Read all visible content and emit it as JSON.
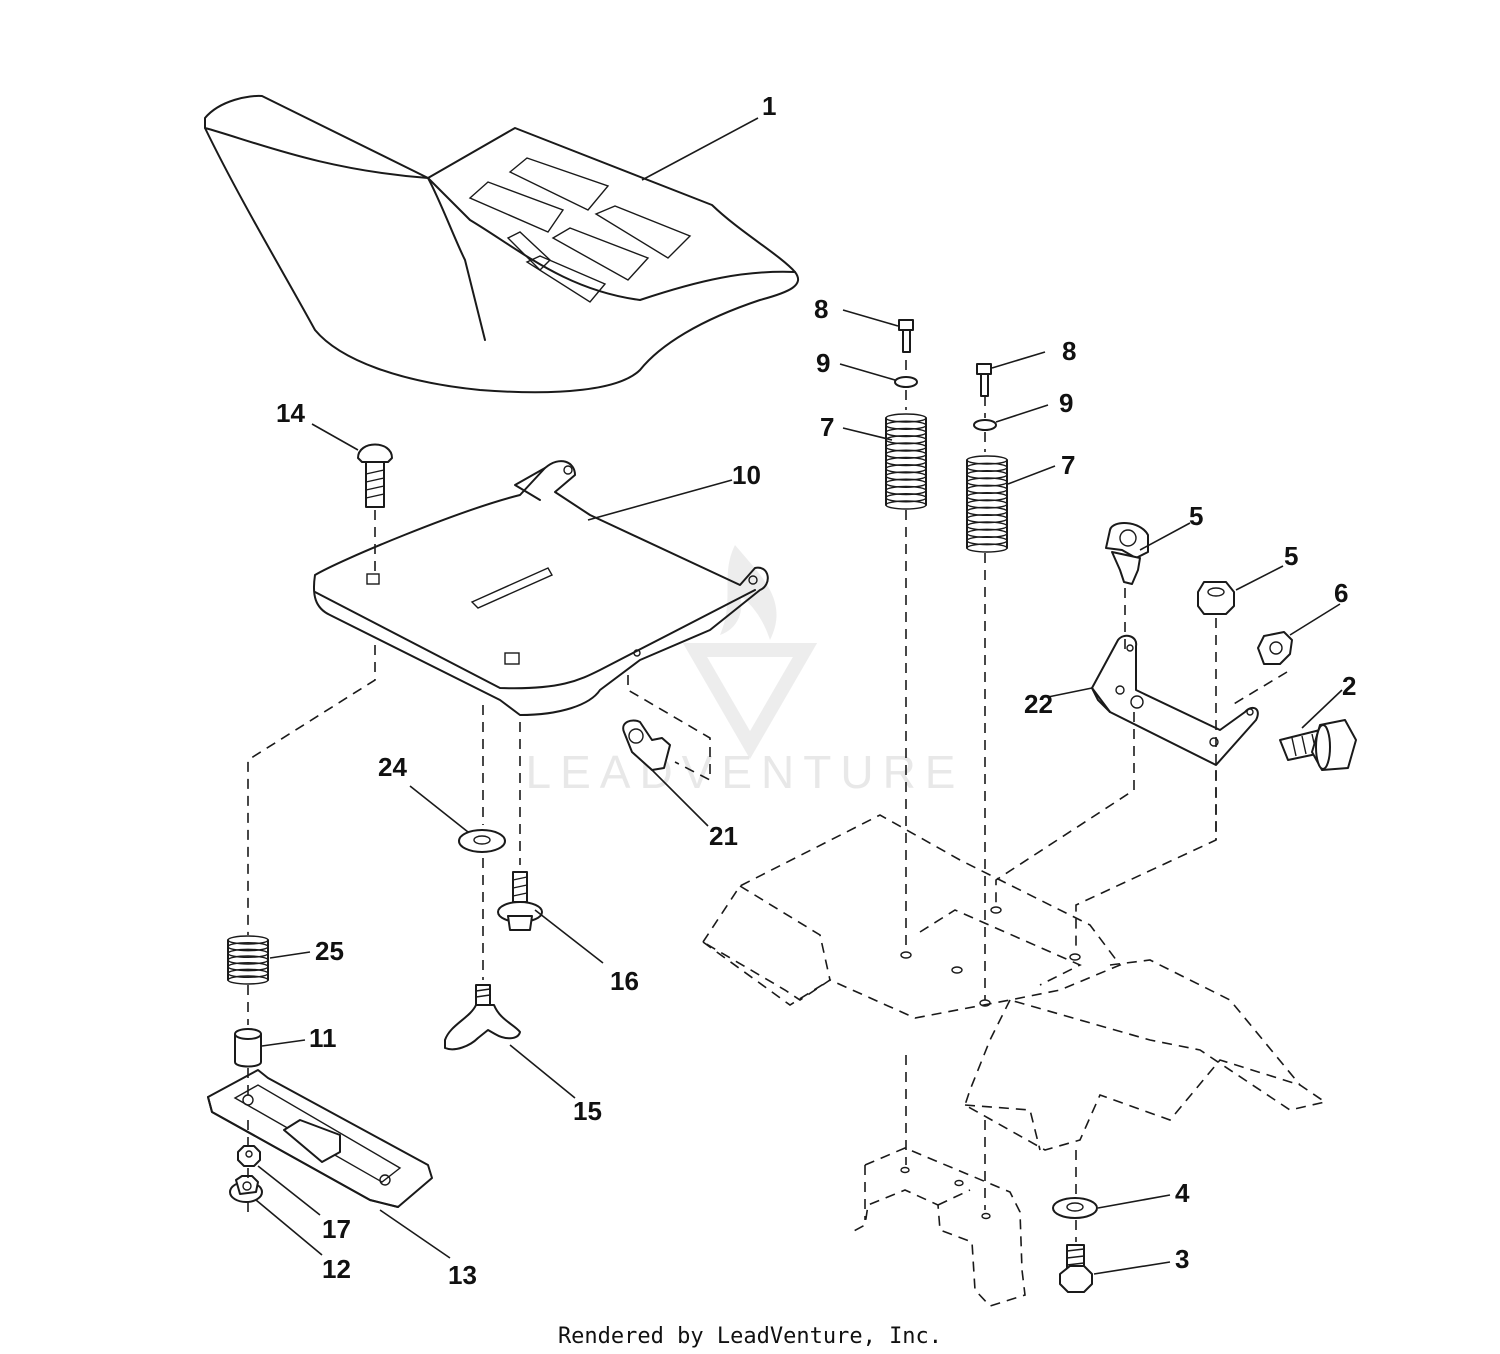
{
  "watermark": "LEADVENTURE",
  "footer": "Rendered by LeadVenture, Inc.",
  "callouts": [
    {
      "id": "seat",
      "label": "1"
    },
    {
      "id": "seat-pan",
      "label": "10"
    },
    {
      "id": "carriage-bolt",
      "label": "14"
    },
    {
      "id": "bolt-8a",
      "label": "8"
    },
    {
      "id": "bolt-8b",
      "label": "8"
    },
    {
      "id": "washer-9a",
      "label": "9"
    },
    {
      "id": "washer-9b",
      "label": "9"
    },
    {
      "id": "spring-7a",
      "label": "7"
    },
    {
      "id": "spring-7b",
      "label": "7"
    },
    {
      "id": "clip-5a",
      "label": "5"
    },
    {
      "id": "clip-5b",
      "label": "5"
    },
    {
      "id": "nut-6",
      "label": "6"
    },
    {
      "id": "nut-22",
      "label": "22"
    },
    {
      "id": "bracket-2",
      "label": "2"
    },
    {
      "id": "bolt-21",
      "label": "21"
    },
    {
      "id": "washer-24",
      "label": "24"
    },
    {
      "id": "spring-16",
      "label": "16"
    },
    {
      "id": "spacer-15",
      "label": "15"
    },
    {
      "id": "bolt-25",
      "label": "25"
    },
    {
      "id": "knob-11",
      "label": "11"
    },
    {
      "id": "nut-13",
      "label": "13"
    },
    {
      "id": "nut-17",
      "label": "17"
    },
    {
      "id": "plate-12",
      "label": "12"
    },
    {
      "id": "washer-4",
      "label": "4"
    },
    {
      "id": "bolt-3",
      "label": "3"
    }
  ]
}
